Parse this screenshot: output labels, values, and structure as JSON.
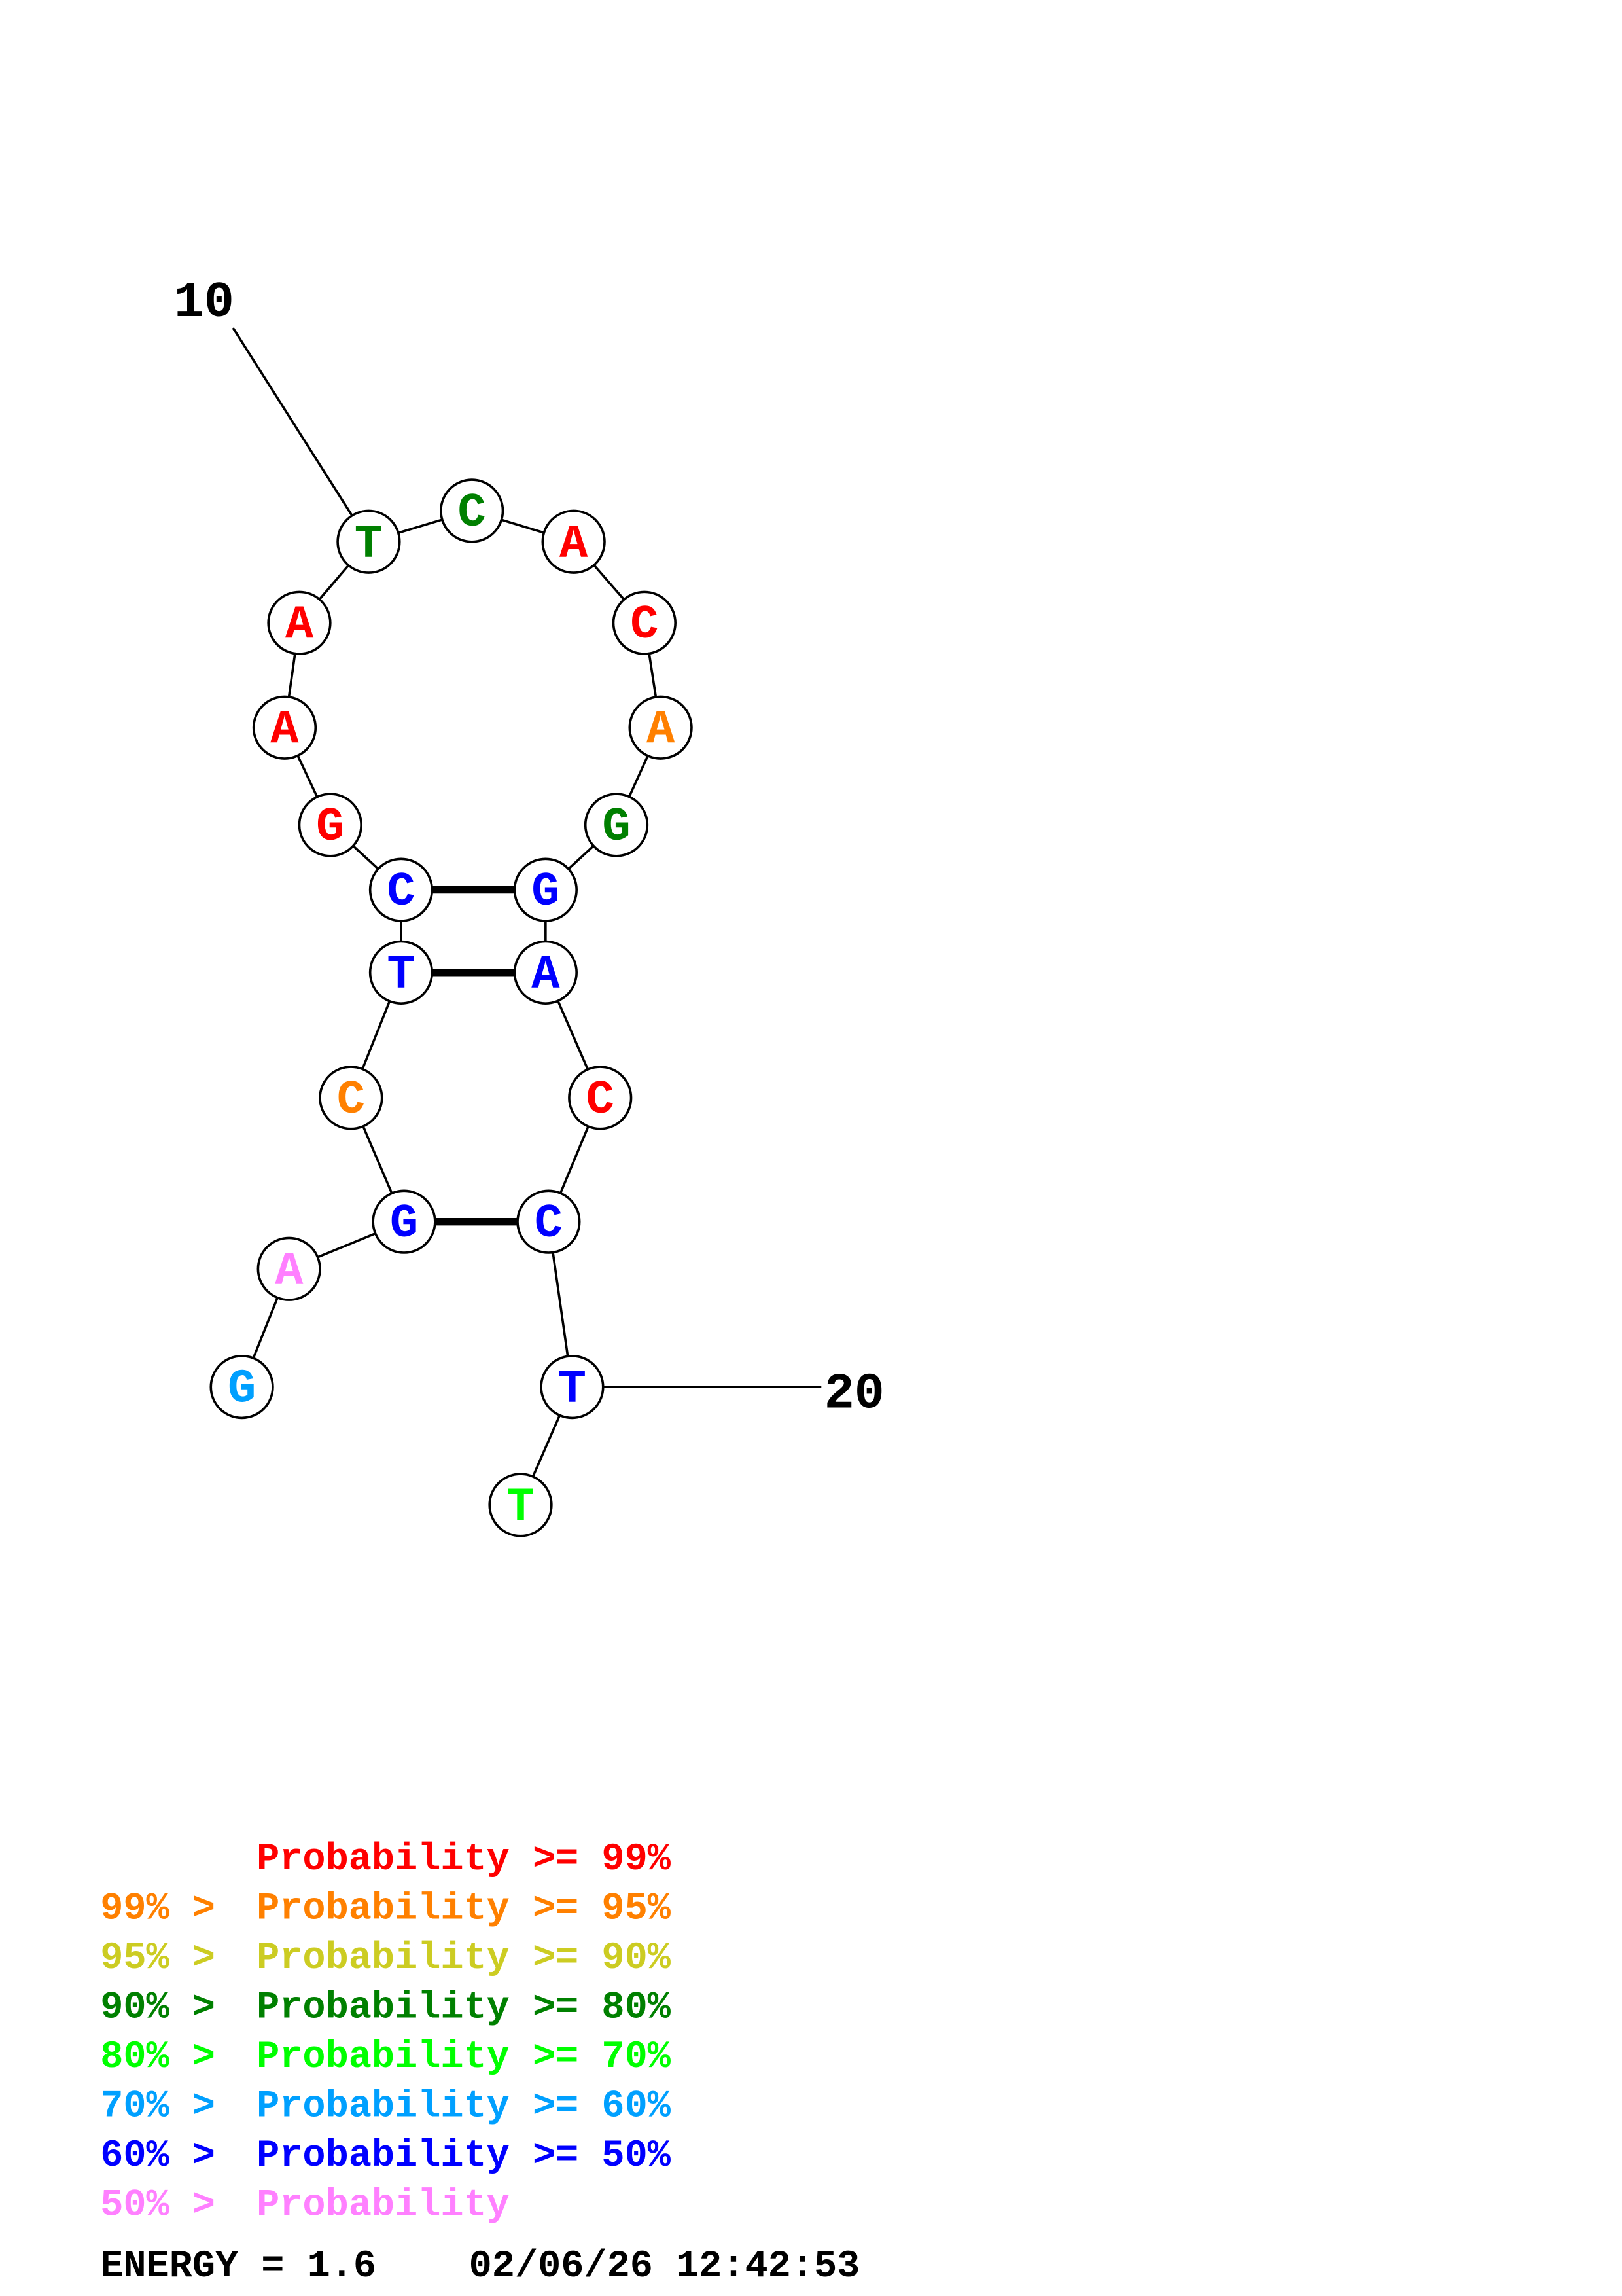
{
  "colors": {
    "p99": "#ff0000",
    "p95": "#ff8000",
    "p90": "#cccc22",
    "p80": "#008000",
    "p70": "#00ff00",
    "p60": "#00a0ff",
    "p50": "#0000ff",
    "plow": "#ff80ff"
  },
  "structure": {
    "label_start": "10",
    "label_end": "20",
    "nucleotides": [
      {
        "n": 1,
        "base": "G",
        "prob": "p60"
      },
      {
        "n": 2,
        "base": "A",
        "prob": "plow"
      },
      {
        "n": 3,
        "base": "G",
        "prob": "p50"
      },
      {
        "n": 4,
        "base": "C",
        "prob": "p95"
      },
      {
        "n": 5,
        "base": "T",
        "prob": "p50"
      },
      {
        "n": 6,
        "base": "C",
        "prob": "p50"
      },
      {
        "n": 7,
        "base": "G",
        "prob": "p99"
      },
      {
        "n": 8,
        "base": "A",
        "prob": "p99"
      },
      {
        "n": 9,
        "base": "A",
        "prob": "p99"
      },
      {
        "n": 10,
        "base": "T",
        "prob": "p80"
      },
      {
        "n": 11,
        "base": "C",
        "prob": "p80"
      },
      {
        "n": 12,
        "base": "A",
        "prob": "p99"
      },
      {
        "n": 13,
        "base": "C",
        "prob": "p99"
      },
      {
        "n": 14,
        "base": "A",
        "prob": "p95"
      },
      {
        "n": 15,
        "base": "G",
        "prob": "p80"
      },
      {
        "n": 16,
        "base": "G",
        "prob": "p50"
      },
      {
        "n": 17,
        "base": "A",
        "prob": "p50"
      },
      {
        "n": 18,
        "base": "C",
        "prob": "p99"
      },
      {
        "n": 19,
        "base": "C",
        "prob": "p50"
      },
      {
        "n": 20,
        "base": "T",
        "prob": "p50"
      },
      {
        "n": 21,
        "base": "T",
        "prob": "p70"
      }
    ],
    "pairs": [
      [
        3,
        19
      ],
      [
        5,
        17
      ],
      [
        6,
        16
      ]
    ]
  },
  "legend": [
    {
      "prefix": "",
      "main": "Probability >= 99%",
      "prob": "p99"
    },
    {
      "prefix": "99% > ",
      "main": "Probability >= 95%",
      "prob": "p95"
    },
    {
      "prefix": "95% > ",
      "main": "Probability >= 90%",
      "prob": "p90"
    },
    {
      "prefix": "90% > ",
      "main": "Probability >= 80%",
      "prob": "p80"
    },
    {
      "prefix": "80% > ",
      "main": "Probability >= 70%",
      "prob": "p70"
    },
    {
      "prefix": "70% > ",
      "main": "Probability >= 60%",
      "prob": "p60"
    },
    {
      "prefix": "60% > ",
      "main": "Probability >= 50%",
      "prob": "p50"
    },
    {
      "prefix": "50% > ",
      "main": "Probability",
      "prob": "plow"
    }
  ],
  "footer": {
    "energy": "ENERGY = 1.6",
    "timestamp": "02/06/26 12:42:53"
  }
}
